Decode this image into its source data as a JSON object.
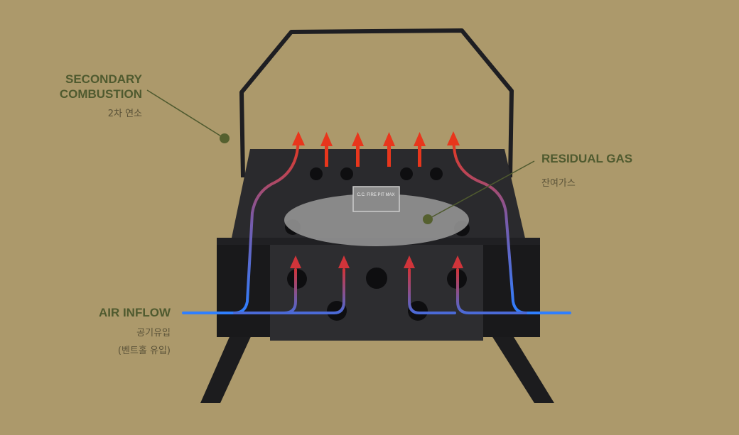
{
  "labels": {
    "secondary_combustion": {
      "title_line1": "SECONDARY",
      "title_line2": "COMBUSTION",
      "subtitle": "2차 연소"
    },
    "residual_gas": {
      "title": "RESIDUAL GAS",
      "subtitle": "잔여가스"
    },
    "air_inflow": {
      "title": "AIR INFLOW",
      "subtitle_line1": "공기유입",
      "subtitle_line2": "(벤트홀 유입)"
    }
  },
  "product_plate": "C.C. FIRE PIT MAX",
  "colors": {
    "background": "#ac996b",
    "label": "#4f5a2f",
    "air": "#2f7fff",
    "flame": "#e8361c"
  }
}
